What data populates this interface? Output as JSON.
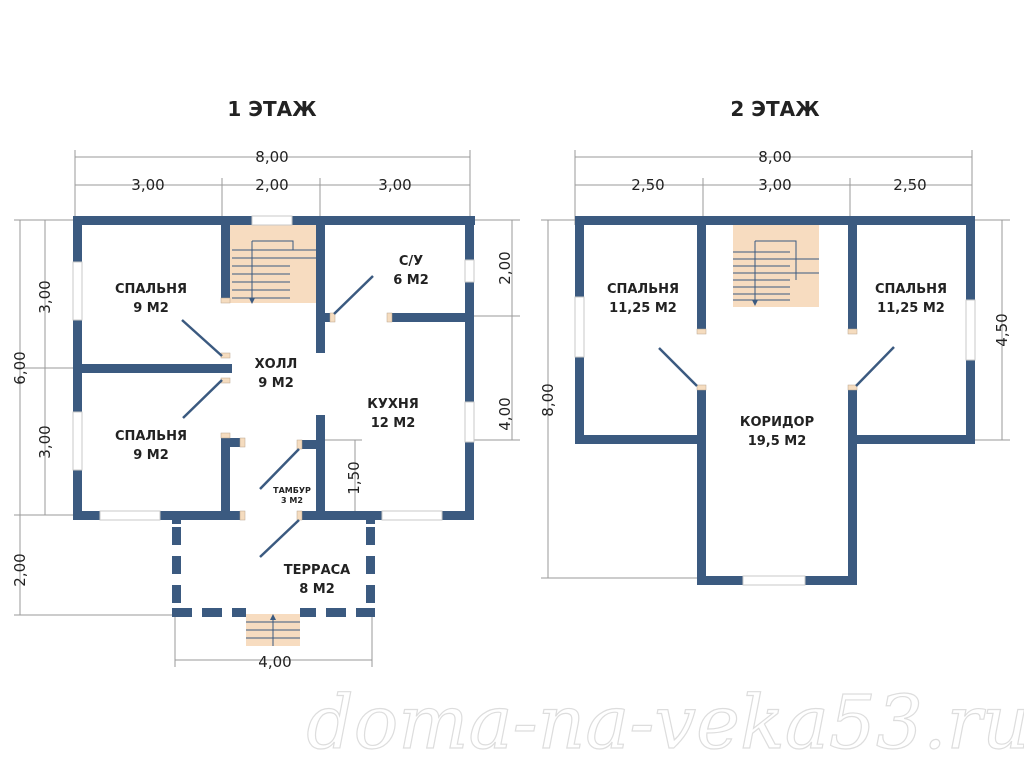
{
  "floor1": {
    "title": "1 ЭТАЖ",
    "dims": {
      "total_width": "8,00",
      "seg1": "3,00",
      "seg2": "2,00",
      "seg3": "3,00",
      "left_total": "6,00",
      "left_top": "3,00",
      "left_bottom": "3,00",
      "right_top": "2,00",
      "right_bottom": "4,00",
      "terrace_depth": "2,00",
      "terrace_width": "4,00",
      "tambur": "1,50"
    },
    "rooms": {
      "bedroom1": {
        "name": "СПАЛЬНЯ",
        "area": "9 М2"
      },
      "bedroom2": {
        "name": "СПАЛЬНЯ",
        "area": "9 М2"
      },
      "hall": {
        "name": "ХОЛЛ",
        "area": "9 М2"
      },
      "bathroom": {
        "name": "С/У",
        "area": "6 М2"
      },
      "kitchen": {
        "name": "КУХНЯ",
        "area": "12 М2"
      },
      "tambur": {
        "name": "ТАМБУР",
        "area": "3 М2"
      },
      "terrace": {
        "name": "ТЕРРАСА",
        "area": "8 М2"
      }
    }
  },
  "floor2": {
    "title": "2 ЭТАЖ",
    "dims": {
      "total_width": "8,00",
      "seg1": "2,50",
      "seg2": "3,00",
      "seg3": "2,50",
      "left_total": "8,00",
      "right": "4,50"
    },
    "rooms": {
      "bedroom_left": {
        "name": "СПАЛЬНЯ",
        "area": "11,25 М2"
      },
      "bedroom_right": {
        "name": "СПАЛЬНЯ",
        "area": "11,25 М2"
      },
      "corridor": {
        "name": "КОРИДОР",
        "area": "19,5 М2"
      }
    }
  },
  "watermark": "doma-na-veka53.ru",
  "colors": {
    "wall": "#3b5a80",
    "stairs": "#f7dcc0"
  }
}
